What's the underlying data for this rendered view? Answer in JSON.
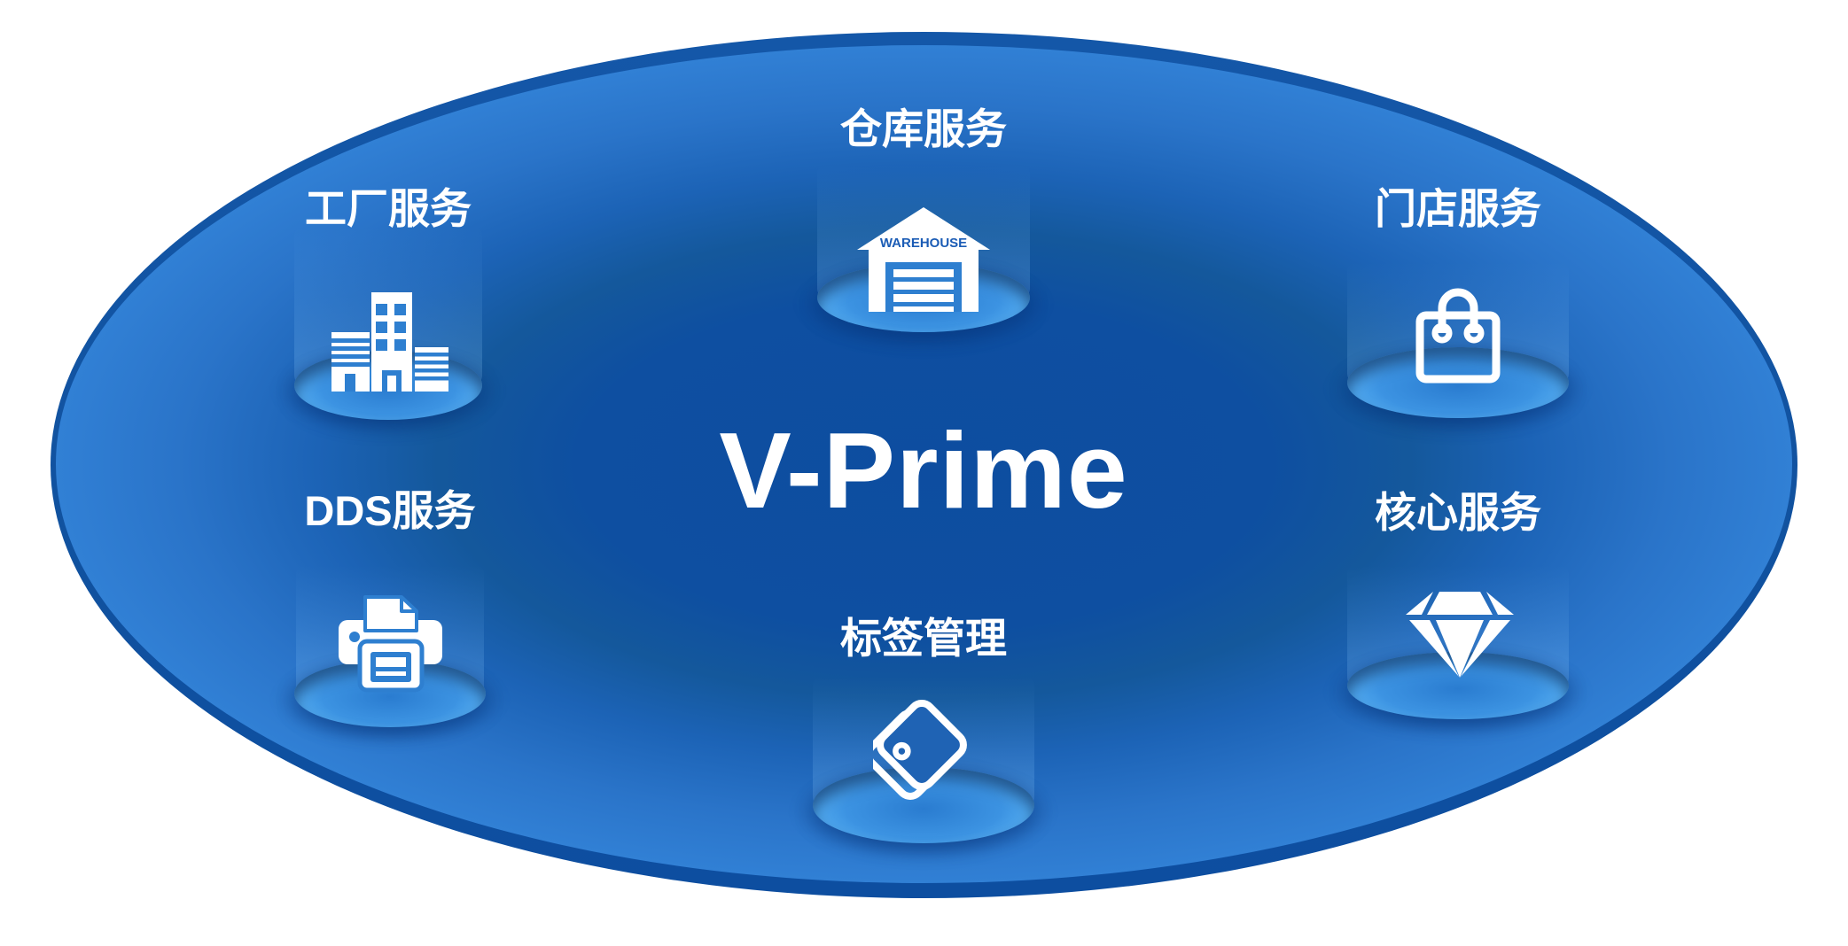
{
  "title": "V-Prime",
  "services": [
    {
      "id": "warehouse",
      "label": "仓库服务",
      "icon": "warehouse-icon",
      "icon_text": "WAREHOUSE"
    },
    {
      "id": "factory",
      "label": "工厂服务",
      "icon": "factory-buildings-icon"
    },
    {
      "id": "store",
      "label": "门店服务",
      "icon": "shopping-bag-icon"
    },
    {
      "id": "dds",
      "label": "DDS服务",
      "icon": "printer-icon"
    },
    {
      "id": "core",
      "label": "核心服务",
      "icon": "diamond-icon"
    },
    {
      "id": "tags",
      "label": "标签管理",
      "icon": "tag-icon"
    }
  ],
  "colors": {
    "background": "#ffffff",
    "ellipse_center": "#0d4da0",
    "ellipse_edge": "#3180d5",
    "ellipse_rim": "#0e4fa0",
    "pedestal_glow": "#55aef2",
    "icon_white": "#ffffff",
    "icon_cutout_blue": "#2e7fd0",
    "warehouse_text_blue": "#1b5cb5"
  }
}
